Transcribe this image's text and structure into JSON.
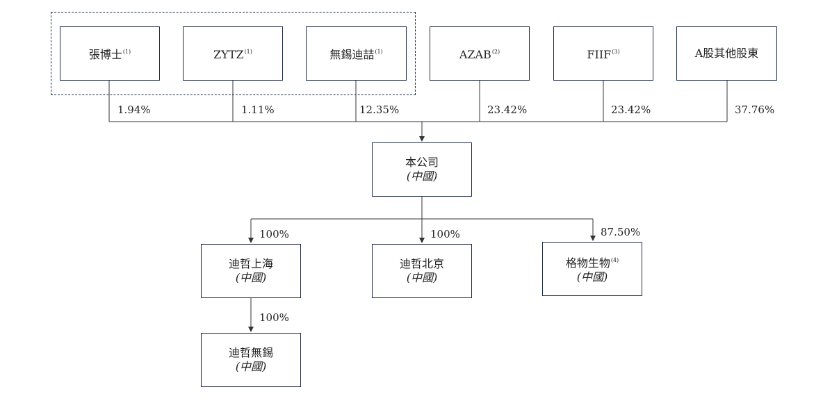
{
  "shareholders": [
    {
      "id": "dr-zhang",
      "name": "張博士",
      "note": "(1)",
      "pct": "1.94%"
    },
    {
      "id": "zytz",
      "name": "ZYTZ",
      "note": "(1)",
      "pct": "1.11%"
    },
    {
      "id": "wuxi-dizhe",
      "name": "無錫迪喆",
      "note": "(1)",
      "pct": "12.35%"
    },
    {
      "id": "azab",
      "name": "AZAB",
      "note": "(2)",
      "pct": "23.42%"
    },
    {
      "id": "fiif",
      "name": "FIIF",
      "note": "(3)",
      "pct": "23.42%"
    },
    {
      "id": "other-a-share",
      "name": "A股其他股東",
      "note": "",
      "pct": "37.76%"
    }
  ],
  "company": {
    "name": "本公司",
    "sub": "(中國)"
  },
  "subsidiaries": [
    {
      "id": "dizhe-shanghai",
      "name": "迪哲上海",
      "note": "",
      "sub": "(中國)",
      "pct": "100%"
    },
    {
      "id": "dizhe-beijing",
      "name": "迪哲北京",
      "note": "",
      "sub": "(中國)",
      "pct": "100%"
    },
    {
      "id": "gewu-bio",
      "name": "格物生物",
      "note": "(4)",
      "sub": "(中國)",
      "pct": "87.50%"
    }
  ],
  "subsidiary_of_shanghai": {
    "id": "dizhe-wuxi",
    "name": "迪哲無錫",
    "sub": "(中國)",
    "pct": "100%"
  },
  "colors": {
    "line": "#1f2a44",
    "box_border": "#1f2a44",
    "text": "#222222"
  }
}
